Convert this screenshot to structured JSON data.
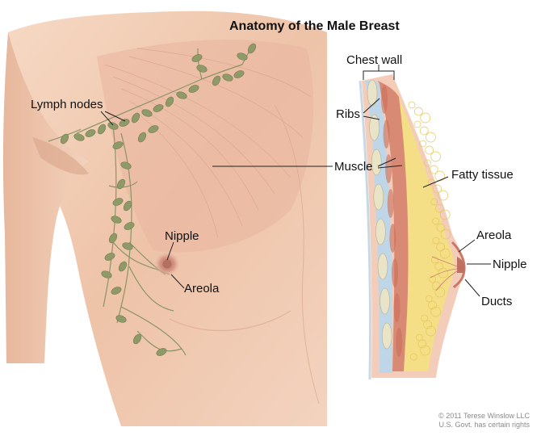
{
  "title": "Anatomy of the Male Breast",
  "labels": {
    "lymph_nodes": "Lymph nodes",
    "nipple_front": "Nipple",
    "areola_front": "Areola",
    "chest_wall": "Chest wall",
    "ribs": "Ribs",
    "muscle": "Muscle",
    "fatty_tissue": "Fatty tissue",
    "areola_side": "Areola",
    "nipple_side": "Nipple",
    "ducts": "Ducts"
  },
  "credit": {
    "line1": "© 2011 Terese Winslow LLC",
    "line2": "U.S. Govt. has certain rights"
  },
  "colors": {
    "skin": "#f2cdb4",
    "muscle": "#e3a994",
    "rib": "#b9d3e6",
    "fat": "#f4e089",
    "lymph": "#8f9a68",
    "areola": "#c98070"
  }
}
